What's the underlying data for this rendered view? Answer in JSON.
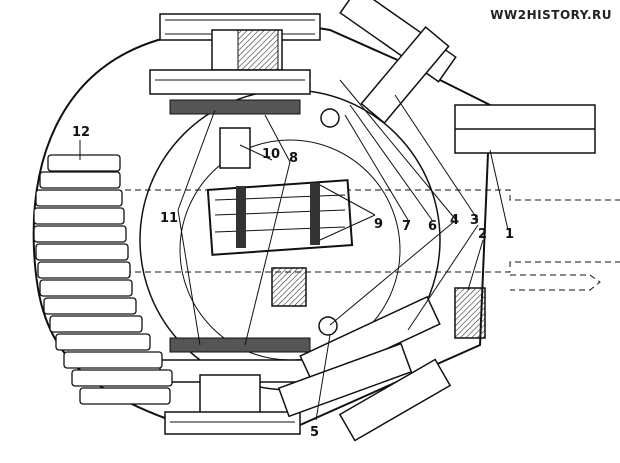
{
  "watermark": "WW2HISTORY.RU",
  "callouts": [
    "12",
    "10",
    "8",
    "11",
    "9",
    "7",
    "6",
    "4",
    "3",
    "2",
    "1",
    "5"
  ],
  "palette": {
    "ink": "#111111",
    "paper": "#ffffff",
    "shade": "#555555"
  }
}
